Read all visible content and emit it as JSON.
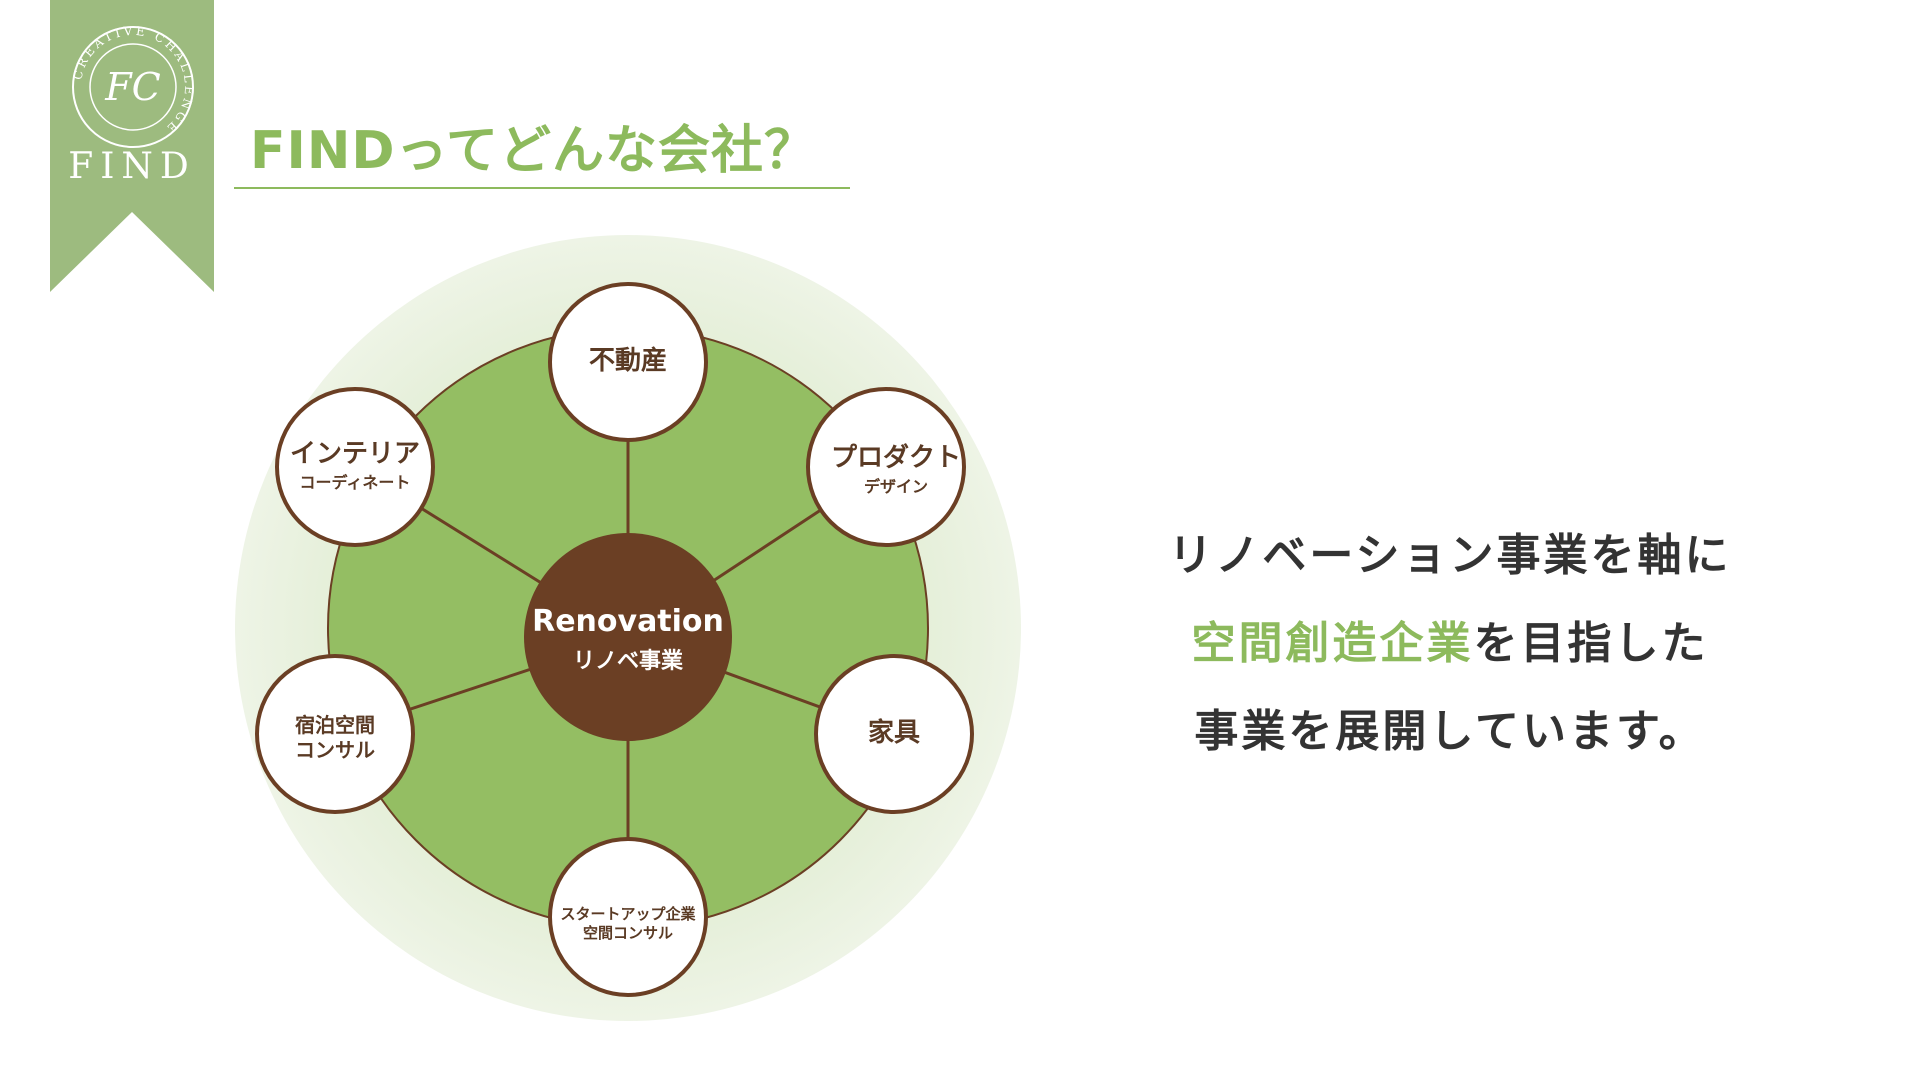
{
  "logo": {
    "arc_text": "CREATIVE CHALLENGE",
    "monogram": "FC",
    "name": "FIND"
  },
  "title": "FINDってどんな会社？",
  "diagram": {
    "hub": {
      "en": "Renovation",
      "jp": "リノベ事業"
    },
    "nodes": [
      {
        "main": "不動産",
        "sub": ""
      },
      {
        "main": "プロダクト",
        "sub": "デザイン"
      },
      {
        "main": "家具",
        "sub": ""
      },
      {
        "main": "スタートアップ企業",
        "sub": "空間コンサル"
      },
      {
        "main": "宿泊空間",
        "sub": "コンサル"
      },
      {
        "main": "インテリア",
        "sub": "コーディネート"
      }
    ]
  },
  "message": {
    "line1": "リノベーション事業を軸に",
    "line2_accent": "空間創造企業",
    "line2_rest": "を目指した",
    "line3": "事業を展開しています。"
  },
  "colors": {
    "green": "#8dba5d",
    "green_fill": "#94be63",
    "green_halo": "#e6efd9",
    "brown": "#6b3f24",
    "ribbon": "#9dbb7f"
  }
}
